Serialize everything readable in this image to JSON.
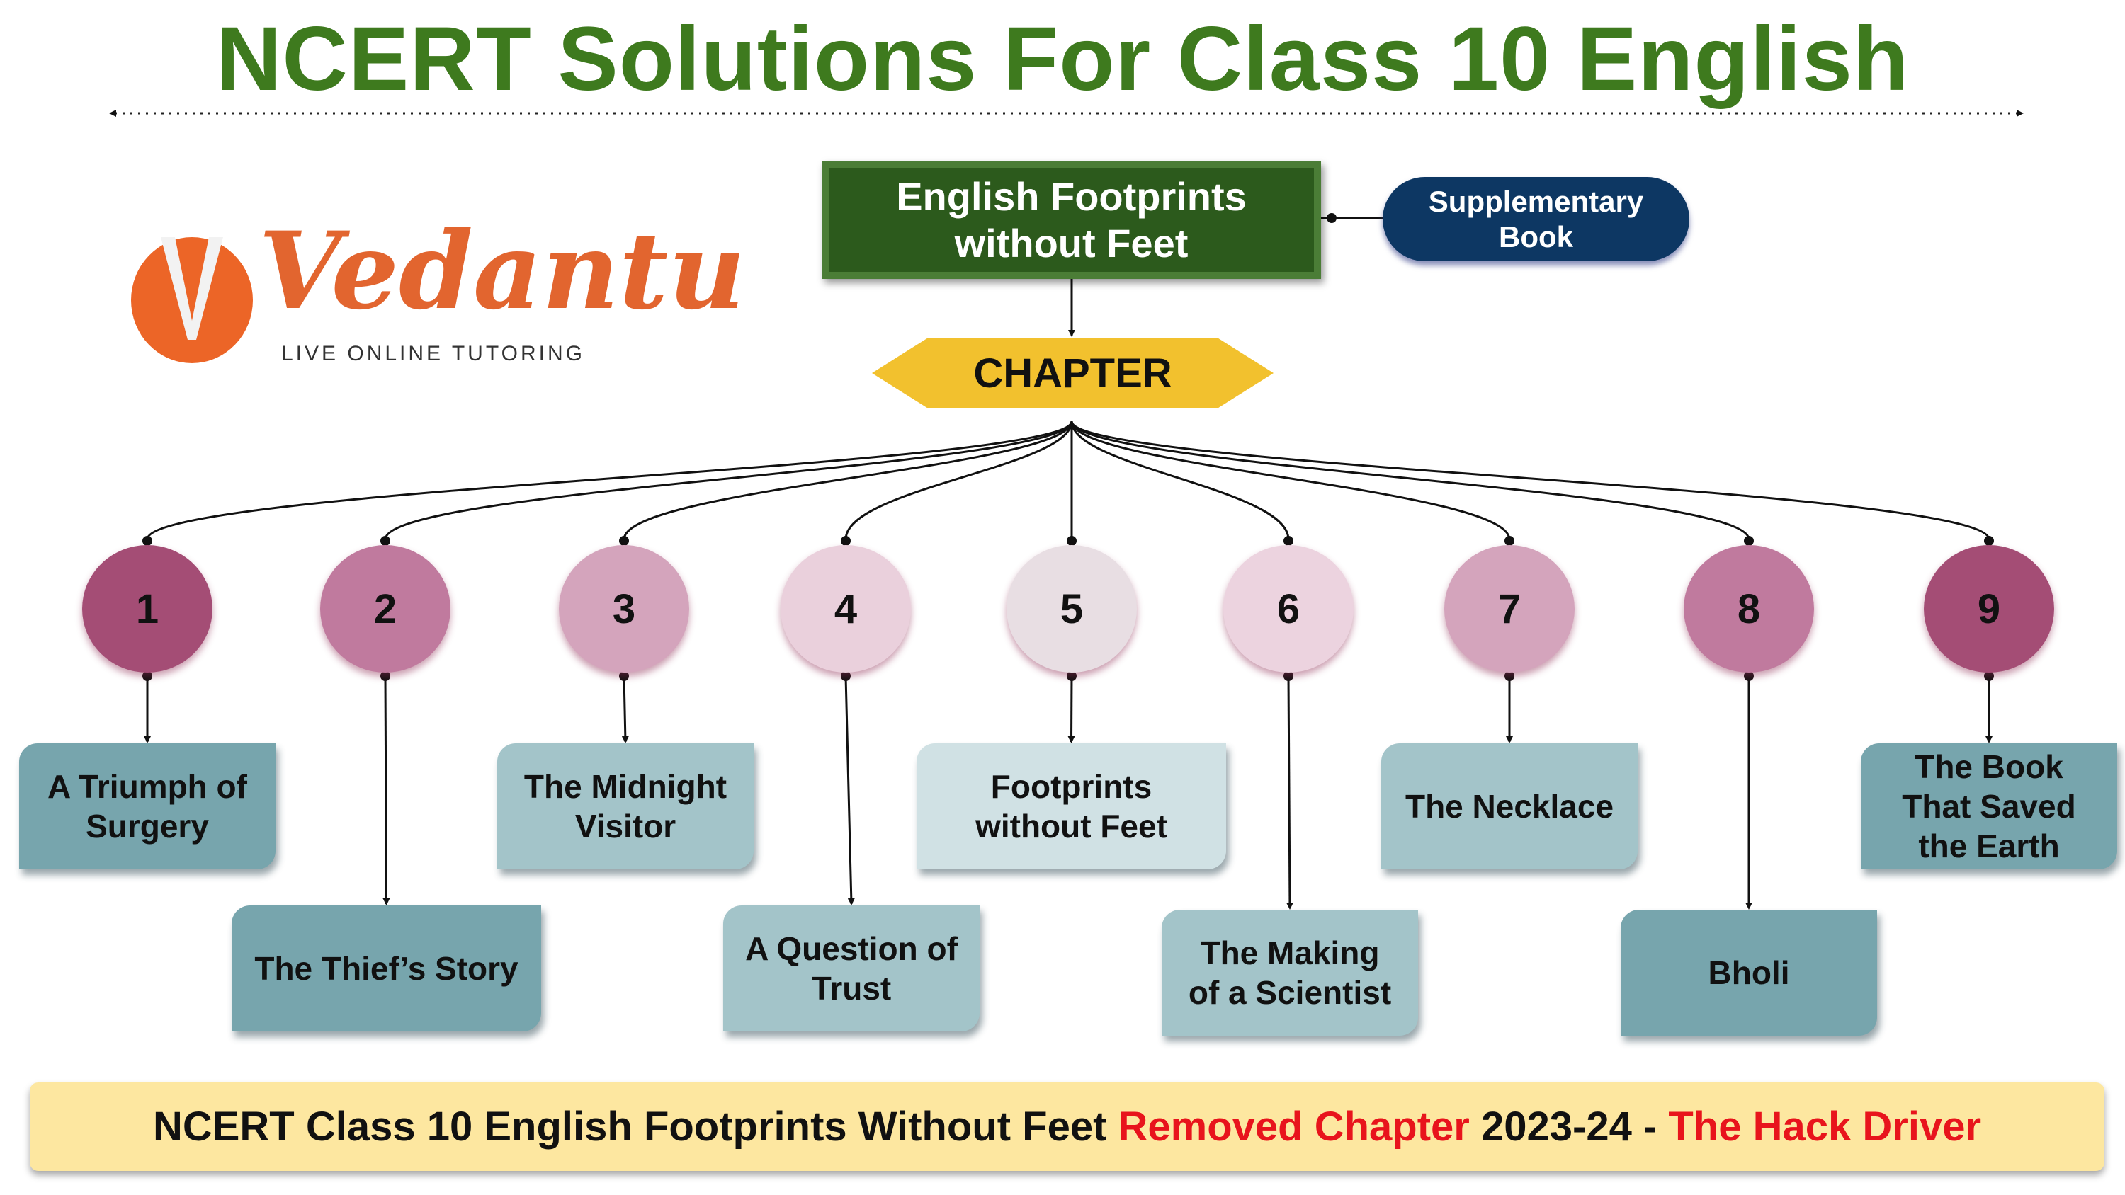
{
  "title": "NCERT Solutions For Class 10 English",
  "logo": {
    "brand": "Vedantu",
    "tagline": "LIVE ONLINE TUTORING"
  },
  "book": {
    "title": "English Footprints without Feet",
    "type_label": "Supplementary Book"
  },
  "chapter_label": "CHAPTER",
  "chapters": [
    {
      "number": "1",
      "name": "A Triumph of Surgery",
      "circle_color": "#a44d75",
      "box_color": "#77a5ad"
    },
    {
      "number": "2",
      "name": "The Thief’s Story",
      "circle_color": "#c07a9e",
      "box_color": "#77a5ad"
    },
    {
      "number": "3",
      "name": "The Midnight Visitor",
      "circle_color": "#d4a4bc",
      "box_color": "#a3c4c9"
    },
    {
      "number": "4",
      "name": "A Question of Trust",
      "circle_color": "#ead0dc",
      "box_color": "#a3c4c9"
    },
    {
      "number": "5",
      "name": "Footprints without Feet",
      "circle_color": "#e8dee3",
      "box_color": "#d0e1e4"
    },
    {
      "number": "6",
      "name": "The Making of a Scientist",
      "circle_color": "#ecd3df",
      "box_color": "#a3c4c9"
    },
    {
      "number": "7",
      "name": "The Necklace",
      "circle_color": "#d4a4bc",
      "box_color": "#a3c4c9"
    },
    {
      "number": "8",
      "name": "Bholi",
      "circle_color": "#c07a9e",
      "box_color": "#77a5ad"
    },
    {
      "number": "9",
      "name": "The Book That Saved the Earth",
      "circle_color": "#a44d75",
      "box_color": "#77a5ad"
    }
  ],
  "banner": {
    "part1": "NCERT Class 10 English Footprints Without Feet ",
    "part2": "Removed Chapter",
    "part3": " 2023-24 - ",
    "part4": "The Hack Driver"
  },
  "colors": {
    "title": "#3e7a1e",
    "highlight": "#e8141c",
    "book": "#2c5a1c",
    "supplementary": "#0d3763",
    "chapter": "#f2c12e"
  }
}
